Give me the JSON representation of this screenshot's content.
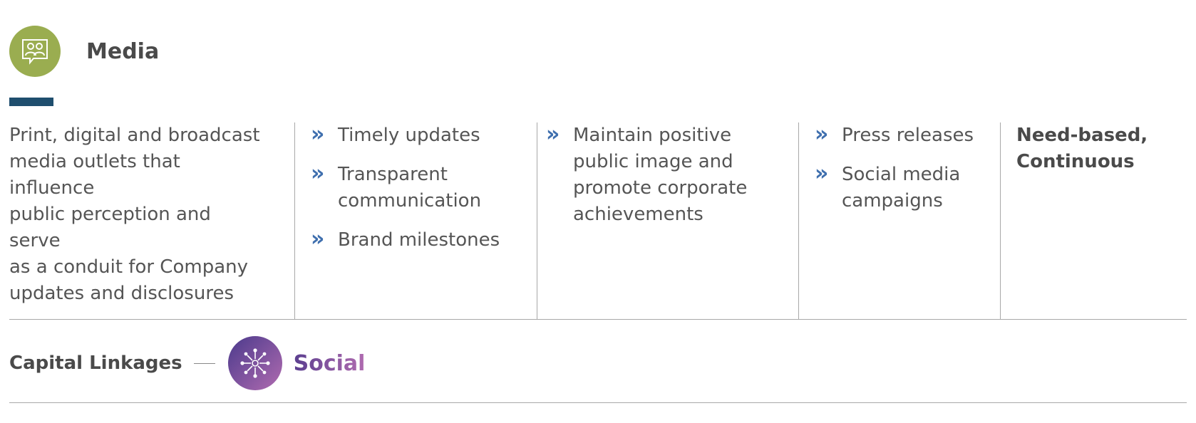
{
  "colors": {
    "media_green": "#9aad50",
    "accent_navy": "#1f4e6e",
    "chevron_blue": "#3f6fae",
    "social_purple": "#5b3f8f",
    "social_pink": "#b06bb0"
  },
  "header": {
    "icon": "people-chat-icon",
    "title": "Media"
  },
  "description": {
    "lines": [
      "Print, digital and broadcast",
      "media outlets that influence",
      "public perception and serve",
      "as a conduit for Company",
      "updates and disclosures"
    ]
  },
  "concerns": {
    "items": [
      "Timely updates",
      "Transparent communication",
      "Brand milestones"
    ]
  },
  "objective": {
    "items": [
      "Maintain positive public image and promote corporate achievements"
    ]
  },
  "channels": {
    "items": [
      "Press releases",
      "Social media campaigns"
    ]
  },
  "frequency": {
    "lines": [
      "Need-based,",
      "Continuous"
    ]
  },
  "footer": {
    "label": "Capital Linkages",
    "icon": "social-network-icon",
    "capital": "Social"
  }
}
